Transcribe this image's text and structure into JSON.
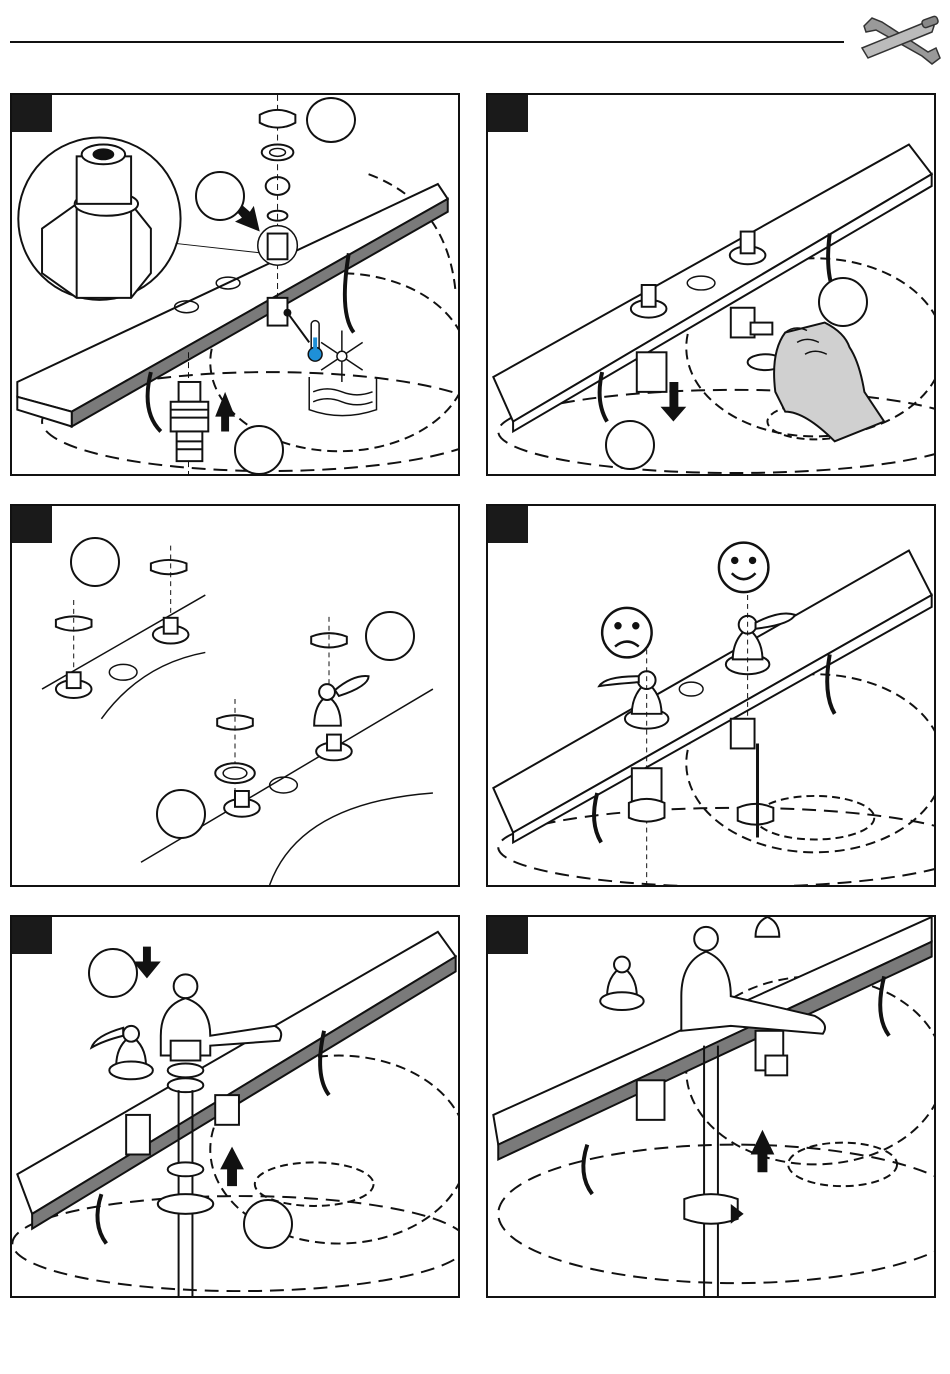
{
  "page": {
    "header_icon": "wrench-screwdriver-icon",
    "panels": [
      {
        "id": "panel-1",
        "icons": [
          "valve-cartridge-icon",
          "thermometer-icon",
          "snowflake-icon",
          "up-arrow-icon",
          "down-arrow-icon"
        ]
      },
      {
        "id": "panel-2",
        "icons": [
          "hand-icon",
          "down-arrow-icon"
        ]
      },
      {
        "id": "panel-3",
        "icons": [
          "rotate-arrow-icon"
        ]
      },
      {
        "id": "panel-4",
        "icons": [
          "sad-face-icon",
          "happy-face-icon",
          "rotate-arrow-icon"
        ]
      },
      {
        "id": "panel-5",
        "icons": [
          "down-arrow-icon",
          "up-arrow-icon"
        ]
      },
      {
        "id": "panel-6",
        "icons": [
          "up-arrow-icon",
          "rotate-arrow-icon"
        ]
      }
    ]
  },
  "colors": {
    "ink": "#111111",
    "step_box": "#1a1a1a",
    "deck_shadow": "#7a7a7a",
    "hand_fill": "#d0d0d0",
    "thermo_blue": "#1e90d8"
  }
}
